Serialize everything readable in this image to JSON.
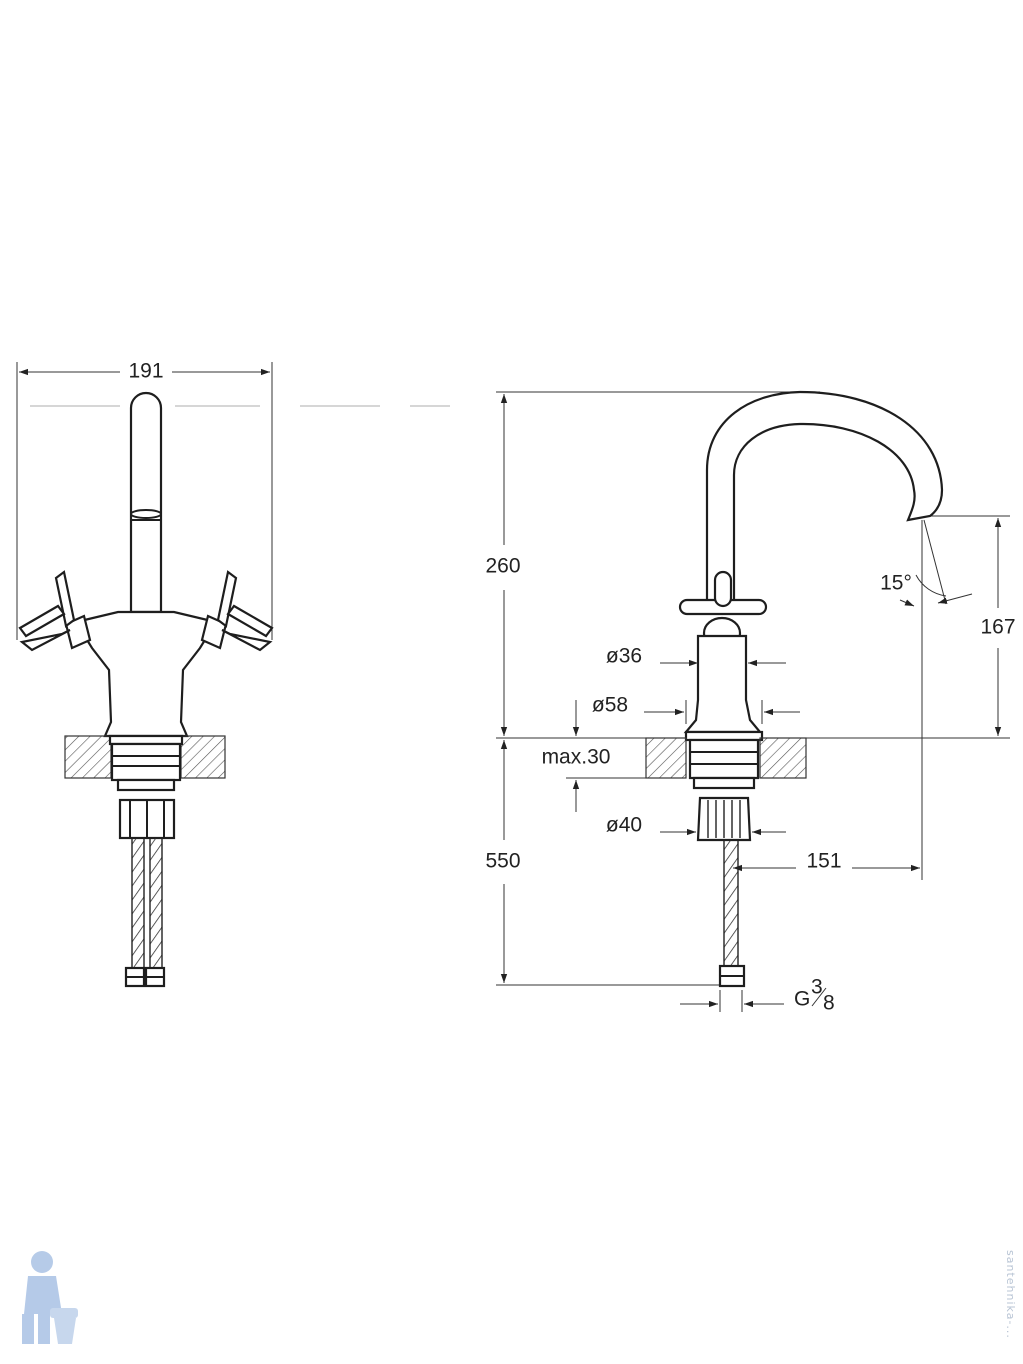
{
  "dimensions": {
    "width_total": "191",
    "height_top": "260",
    "spout_height": "167",
    "angle": "15°",
    "diameter_36": "ø36",
    "diameter_58": "ø58",
    "max_thickness": "max.30",
    "diameter_40": "ø40",
    "hose_length": "550",
    "reach": "151",
    "thread_g": "G",
    "thread_num": "3",
    "thread_den": "8"
  },
  "watermark": {
    "text": "santehnika-...",
    "mascot_icon": "plumber-mascot-icon"
  },
  "colors": {
    "line": "#1e1e1e",
    "hatch": "#555555",
    "watermark": "#b8c4d4"
  }
}
